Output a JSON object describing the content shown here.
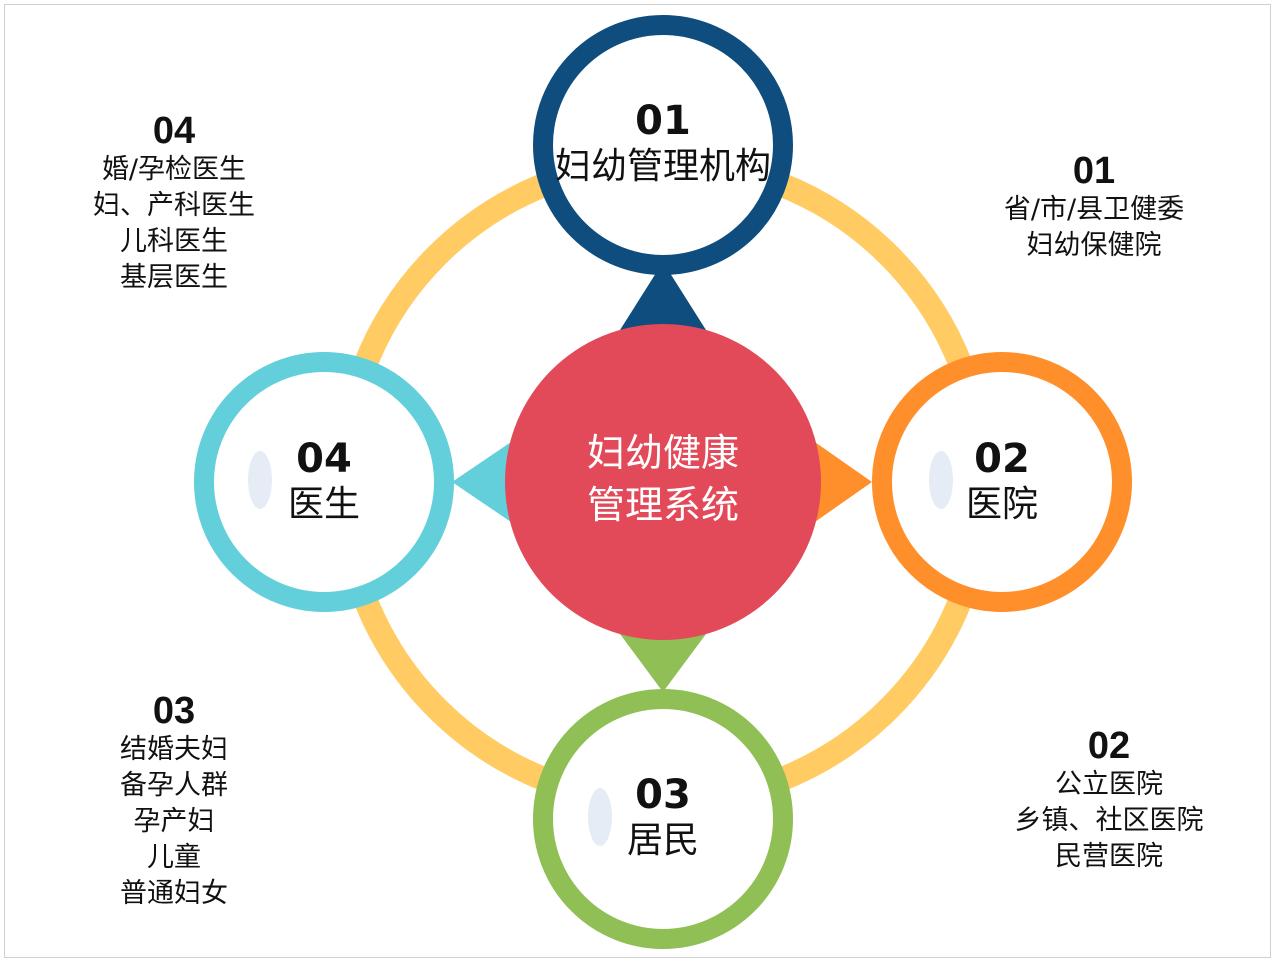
{
  "colors": {
    "ring": "#FFCB62",
    "node_top": "#0E4D7D",
    "node_right": "#FF8F2A",
    "node_bottom": "#8FBF55",
    "node_left": "#62CFDA",
    "center": "#E24A5A",
    "inner_oval": "#E6ECF6"
  },
  "center": {
    "line1": "妇幼健康",
    "line2": "管理系统"
  },
  "nodes": {
    "top": {
      "num": "01",
      "label": "妇幼管理机构"
    },
    "right": {
      "num": "02",
      "label": "医院"
    },
    "bottom": {
      "num": "03",
      "label": "居民"
    },
    "left": {
      "num": "04",
      "label": "医生"
    }
  },
  "side_blocks": {
    "top_right": {
      "num": "01",
      "lines": [
        "省/市/县卫健委",
        "妇幼保健院"
      ]
    },
    "bottom_right": {
      "num": "02",
      "lines": [
        "公立医院",
        "乡镇、社区医院",
        "民营医院"
      ]
    },
    "bottom_left": {
      "num": "03",
      "lines": [
        "结婚夫妇",
        "备孕人群",
        "孕产妇",
        "儿童",
        "普通妇女"
      ]
    },
    "top_left": {
      "num": "04",
      "lines": [
        "婚/孕检医生",
        "妇、产科医生",
        "儿科医生",
        "基层医生"
      ]
    }
  }
}
